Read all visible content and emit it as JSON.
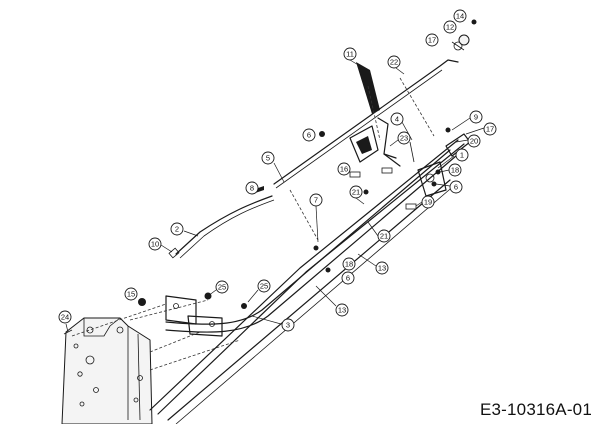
{
  "drawing": {
    "id": "E3-10316A-01"
  },
  "callouts": [
    {
      "label": "1"
    },
    {
      "label": "2"
    },
    {
      "label": "3"
    },
    {
      "label": "4"
    },
    {
      "label": "5"
    },
    {
      "label": "6"
    },
    {
      "label": "6"
    },
    {
      "label": "6"
    },
    {
      "label": "7"
    },
    {
      "label": "8"
    },
    {
      "label": "9"
    },
    {
      "label": "10"
    },
    {
      "label": "11"
    },
    {
      "label": "12"
    },
    {
      "label": "13"
    },
    {
      "label": "13"
    },
    {
      "label": "14"
    },
    {
      "label": "15"
    },
    {
      "label": "16"
    },
    {
      "label": "17"
    },
    {
      "label": "17"
    },
    {
      "label": "18"
    },
    {
      "label": "18"
    },
    {
      "label": "19"
    },
    {
      "label": "20"
    },
    {
      "label": "21"
    },
    {
      "label": "21"
    },
    {
      "label": "22"
    },
    {
      "label": "23"
    },
    {
      "label": "24"
    },
    {
      "label": "25"
    },
    {
      "label": "25"
    }
  ]
}
